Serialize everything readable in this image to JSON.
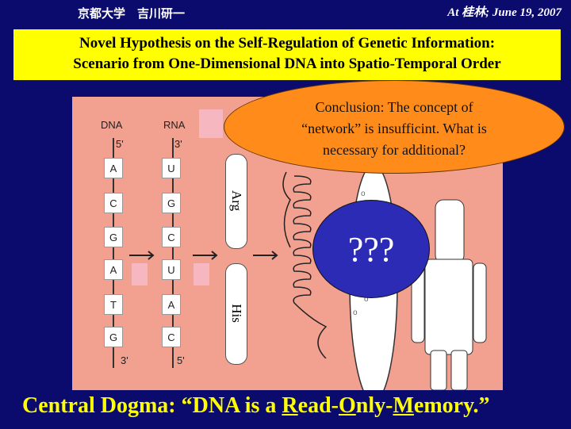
{
  "header": {
    "author": "京都大学　吉川研一",
    "date": "At 桂林; June 19, 2007"
  },
  "title": {
    "line1": "Novel Hypothesis on the Self-Regulation of Genetic Information:",
    "line2": "Scenario from One-Dimensional DNA into Spatio-Temporal Order"
  },
  "diagram": {
    "dna_label": "DNA",
    "rna_label": "RNA",
    "dna_top": "5'",
    "dna_bottom": "3'",
    "rna_top": "3'",
    "rna_bottom": "5'",
    "dna_bases": [
      "A",
      "C",
      "G",
      "A",
      "T",
      "G"
    ],
    "rna_bases": [
      "U",
      "G",
      "C",
      "U",
      "A",
      "C"
    ],
    "amino_acids": [
      "Arg",
      "His"
    ]
  },
  "conclusion": {
    "line1": "Conclusion: The concept of",
    "line2": "“network” is insufficint. What  is",
    "line3": "necessary for additional?"
  },
  "question": "???",
  "footer": {
    "prefix": "Central Dogma: “DNA is a ",
    "r": "R",
    "ead": "ead-",
    "o": "O",
    "nly": "nly-",
    "m": "M",
    "emory": "emory.”"
  }
}
